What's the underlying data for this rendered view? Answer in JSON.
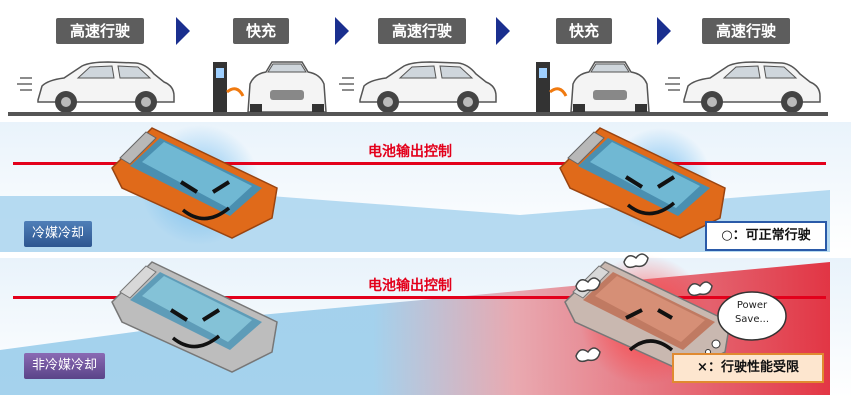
{
  "steps": [
    {
      "label": "高速行驶"
    },
    {
      "label": "快充"
    },
    {
      "label": "高速行驶"
    },
    {
      "label": "快充"
    },
    {
      "label": "高速行驶"
    }
  ],
  "control_label": "电池输出控制",
  "rows": [
    {
      "cooling_label": "冷媒冷却",
      "result": "○：可正常行驶"
    },
    {
      "cooling_label": "非冷媒冷却",
      "result": "×：行驶性能受限"
    }
  ],
  "speech_bubble": {
    "line1": "Power",
    "line2": "Save..."
  },
  "colors": {
    "step_bg": "#5d5d5d",
    "arrow": "#1a2f8f",
    "control_line": "#e3001b",
    "ok_border": "#2a5aa8",
    "ng_border": "#e08a30"
  }
}
